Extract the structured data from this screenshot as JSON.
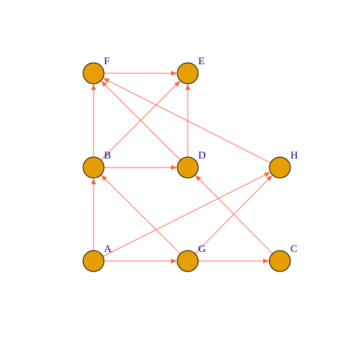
{
  "graph": {
    "nodes": [
      {
        "id": "F",
        "label": "F",
        "row": 1,
        "col": 1
      },
      {
        "id": "E",
        "label": "E",
        "row": 1,
        "col": 2
      },
      {
        "id": "B",
        "label": "B",
        "row": 2,
        "col": 1
      },
      {
        "id": "D",
        "label": "D",
        "row": 2,
        "col": 2
      },
      {
        "id": "H",
        "label": "H",
        "row": 2,
        "col": 3
      },
      {
        "id": "A",
        "label": "A",
        "row": 3,
        "col": 1
      },
      {
        "id": "G",
        "label": "G",
        "row": 3,
        "col": 2
      },
      {
        "id": "C",
        "label": "C",
        "row": 3,
        "col": 3
      }
    ],
    "edges": [
      {
        "from": "F",
        "to": "E"
      },
      {
        "from": "B",
        "to": "F"
      },
      {
        "from": "B",
        "to": "E"
      },
      {
        "from": "B",
        "to": "D"
      },
      {
        "from": "D",
        "to": "F"
      },
      {
        "from": "D",
        "to": "E"
      },
      {
        "from": "H",
        "to": "F"
      },
      {
        "from": "A",
        "to": "B"
      },
      {
        "from": "A",
        "to": "H"
      },
      {
        "from": "A",
        "to": "G"
      },
      {
        "from": "G",
        "to": "B"
      },
      {
        "from": "G",
        "to": "H"
      },
      {
        "from": "G",
        "to": "C"
      },
      {
        "from": "C",
        "to": "D"
      }
    ],
    "colors": {
      "node_fill": "#E69F00",
      "node_stroke": "#000000",
      "edge": "#FF6347",
      "label": "#00008B"
    }
  }
}
